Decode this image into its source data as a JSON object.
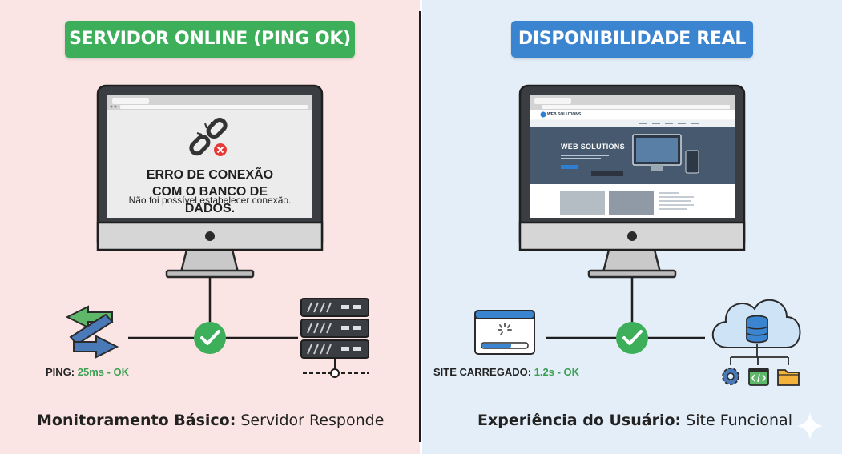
{
  "left_panel": {
    "badge": "SERVIDOR ONLINE (PING OK)",
    "error_title": "ERRO DE CONEXÃO COM O BANCO DE DADOS.",
    "error_message": "Não foi possível estabelecer conexão.",
    "metric_label": "PING:",
    "metric_value": "25ms - OK",
    "caption_bold": "Monitoramento Básico:",
    "caption_text": "Servidor Responde"
  },
  "right_panel": {
    "badge": "DISPONIBILIDADE REAL",
    "site_logo": "WEB SOLUTIONS",
    "site_hero_title": "WEB SOLUTIONS",
    "metric_label": "SITE CARREGADO:",
    "metric_value": "1.2s - OK",
    "caption_bold": "Experiência do Usuário:",
    "caption_text": "Site Funcional"
  },
  "colors": {
    "left_bg": "#fbe4e4",
    "right_bg": "#e3eef9",
    "green": "#3daf5a",
    "blue": "#3b85d0",
    "error_red": "#e53935",
    "ok_text": "#3aa052"
  },
  "icons": {
    "left": [
      "broken-link-icon",
      "error-x-icon",
      "ping-arrows-icon",
      "check-icon",
      "server-rack-icon"
    ],
    "right": [
      "browser-loading-icon",
      "check-icon",
      "cloud-database-icon",
      "gear-icon",
      "code-icon",
      "folder-icon"
    ]
  }
}
